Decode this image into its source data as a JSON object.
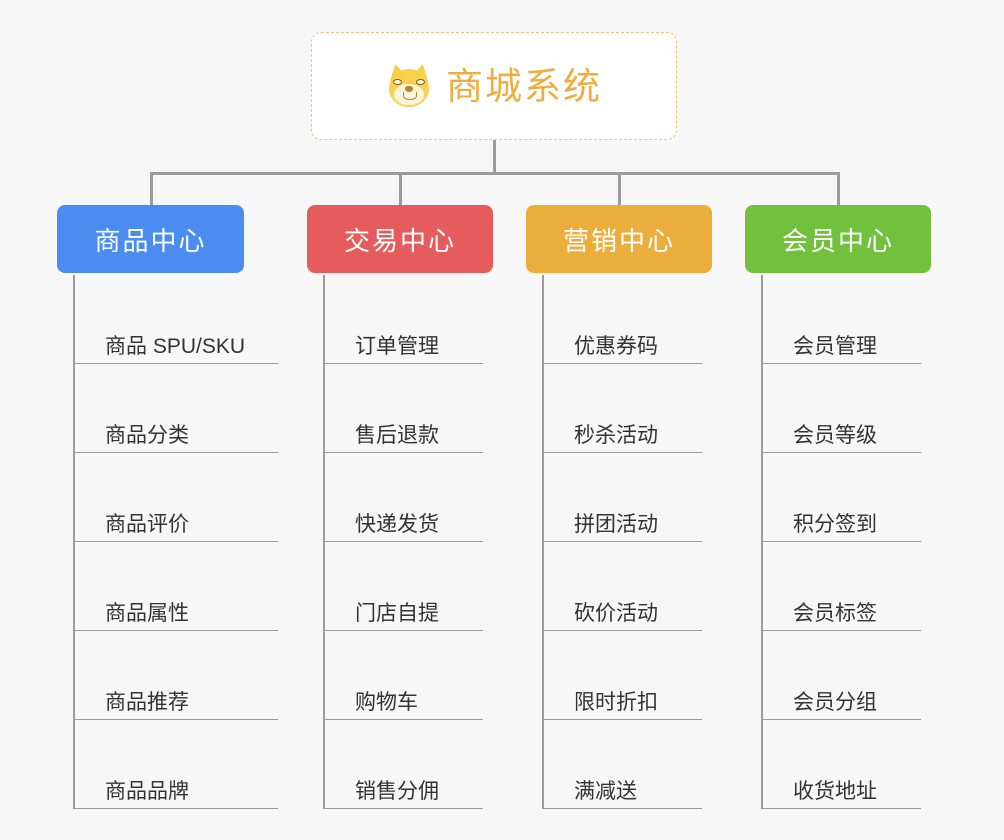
{
  "diagram": {
    "type": "mindmap-tree",
    "background_color": "#f7f7f7",
    "root": {
      "title": "商城系统",
      "icon": "shiba-dog-face-emoji",
      "text_color": "#f0ad3e",
      "border_color": "#f0c274",
      "background_color": "#ffffff"
    },
    "branches": [
      {
        "label": "商品中心",
        "color": "#4a8cf0",
        "items": [
          "商品 SPU/SKU",
          "商品分类",
          "商品评价",
          "商品属性",
          "商品推荐",
          "商品品牌"
        ]
      },
      {
        "label": "交易中心",
        "color": "#e65c5c",
        "items": [
          "订单管理",
          "售后退款",
          "快递发货",
          "门店自提",
          "购物车",
          "销售分佣"
        ]
      },
      {
        "label": "营销中心",
        "color": "#ebae3c",
        "items": [
          "优惠券码",
          "秒杀活动",
          "拼团活动",
          "砍价活动",
          "限时折扣",
          "满减送"
        ]
      },
      {
        "label": "会员中心",
        "color": "#72c13c",
        "items": [
          "会员管理",
          "会员等级",
          "积分签到",
          "会员标签",
          "会员分组",
          "收货地址"
        ]
      }
    ],
    "connector_color": "#9b9b9b"
  }
}
